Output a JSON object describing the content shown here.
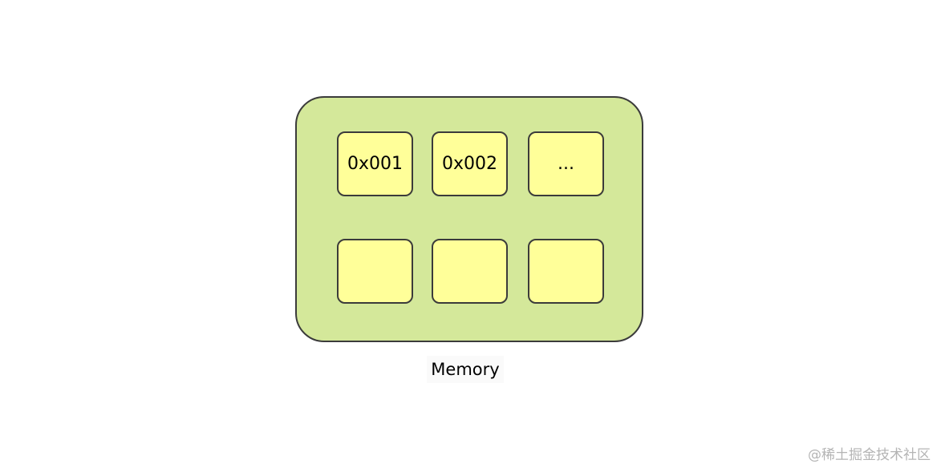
{
  "memory": {
    "label": "Memory",
    "fill_color": "#d4e89a",
    "cell_fill_color": "#ffff99",
    "border_color": "#3b3b3b",
    "cells": [
      [
        "0x001",
        "0x002",
        "..."
      ],
      [
        "",
        "",
        ""
      ]
    ]
  },
  "watermark": "@稀土掘金技术社区"
}
